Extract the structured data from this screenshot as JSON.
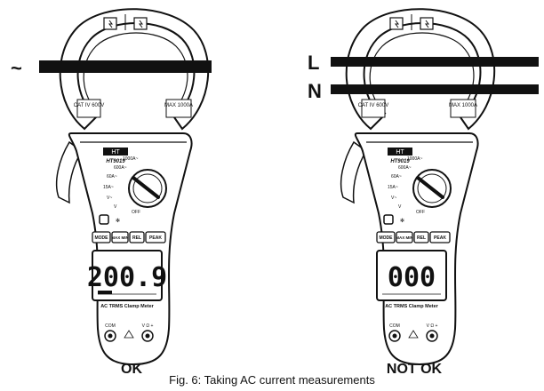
{
  "caption": "Fig. 6: Taking AC current measurements",
  "left_meter": {
    "verdict": "OK",
    "wire_symbol": "~",
    "cat_rating": "CAT IV 600V",
    "max_rating": "MAX 1000A",
    "brand": "HT",
    "model": "HT9019",
    "display_value": "200.9",
    "dial_labels": [
      "1000A~",
      "600A~",
      "60A~",
      "15A~",
      "V~",
      "V"
    ],
    "off_label": "OFF",
    "buttons": [
      "MODE",
      "MAX MIN",
      "REL",
      "PEAK"
    ],
    "meter_name": "AC TRMS Clamp Meter",
    "com_label": "COM",
    "v_label": "V Ω +"
  },
  "right_meter": {
    "verdict": "NOT OK",
    "wire_labels": [
      "L",
      "N"
    ],
    "cat_rating": "CAT IV 600V",
    "max_rating": "MAX 1000A",
    "brand": "HT",
    "model": "HT9019",
    "display_value": "000",
    "dial_labels": [
      "1000A~",
      "600A~",
      "60A~",
      "15A~",
      "V~",
      "V"
    ],
    "off_label": "OFF",
    "buttons": [
      "MODE",
      "MAX MIN",
      "REL",
      "PEAK"
    ],
    "meter_name": "AC TRMS Clamp Meter",
    "com_label": "COM",
    "v_label": "V Ω +"
  }
}
